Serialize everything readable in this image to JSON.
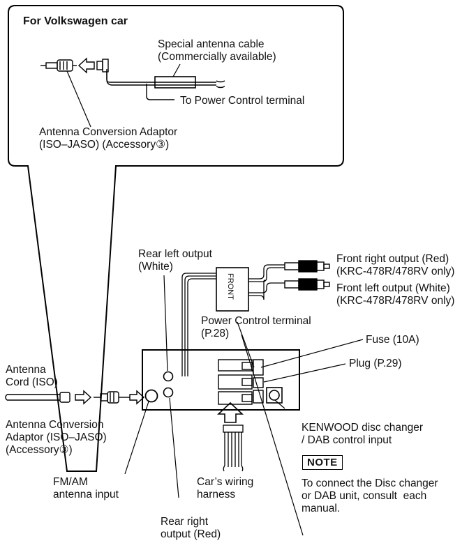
{
  "inset": {
    "title": "For Volkswagen car",
    "cable_label_1": "Special antenna cable",
    "cable_label_2": "(Commercially available)",
    "power_label": "To Power Control terminal",
    "adaptor_label_1": "Antenna Conversion Adaptor",
    "adaptor_label_2": "(ISO–JASO) (Accessory③)"
  },
  "main": {
    "rear_left_1": "Rear left output",
    "rear_left_2": "(White)",
    "front_box": "FRONT",
    "front_right_1": "Front right output (Red)",
    "front_right_2": "(KRC-478R/478RV only)",
    "front_left_1": "Front left output (White)",
    "front_left_2": "(KRC-478R/478RV only)",
    "power_1": "Power Control terminal",
    "power_2": "(P.28)",
    "fuse": "Fuse (10A)",
    "plug": "Plug (P.29)",
    "antenna_cord_1": "Antenna",
    "antenna_cord_2": "Cord (ISO)",
    "adaptor_1": "Antenna Conversion",
    "adaptor_2": "Adaptor (ISO–JASO)",
    "adaptor_3": "(Accessory③)",
    "changer_1": "KENWOOD disc changer",
    "changer_2": "/ DAB control input",
    "note_title": "NOTE",
    "note_1": "To connect the Disc changer",
    "note_2": "or DAB unit, consult  each",
    "note_3": "manual.",
    "fm_1": "FM/AM",
    "fm_2": "antenna input",
    "harness_1": "Car’s wiring",
    "harness_2": "harness",
    "rear_right_1": "Rear right",
    "rear_right_2": "output (Red)"
  }
}
